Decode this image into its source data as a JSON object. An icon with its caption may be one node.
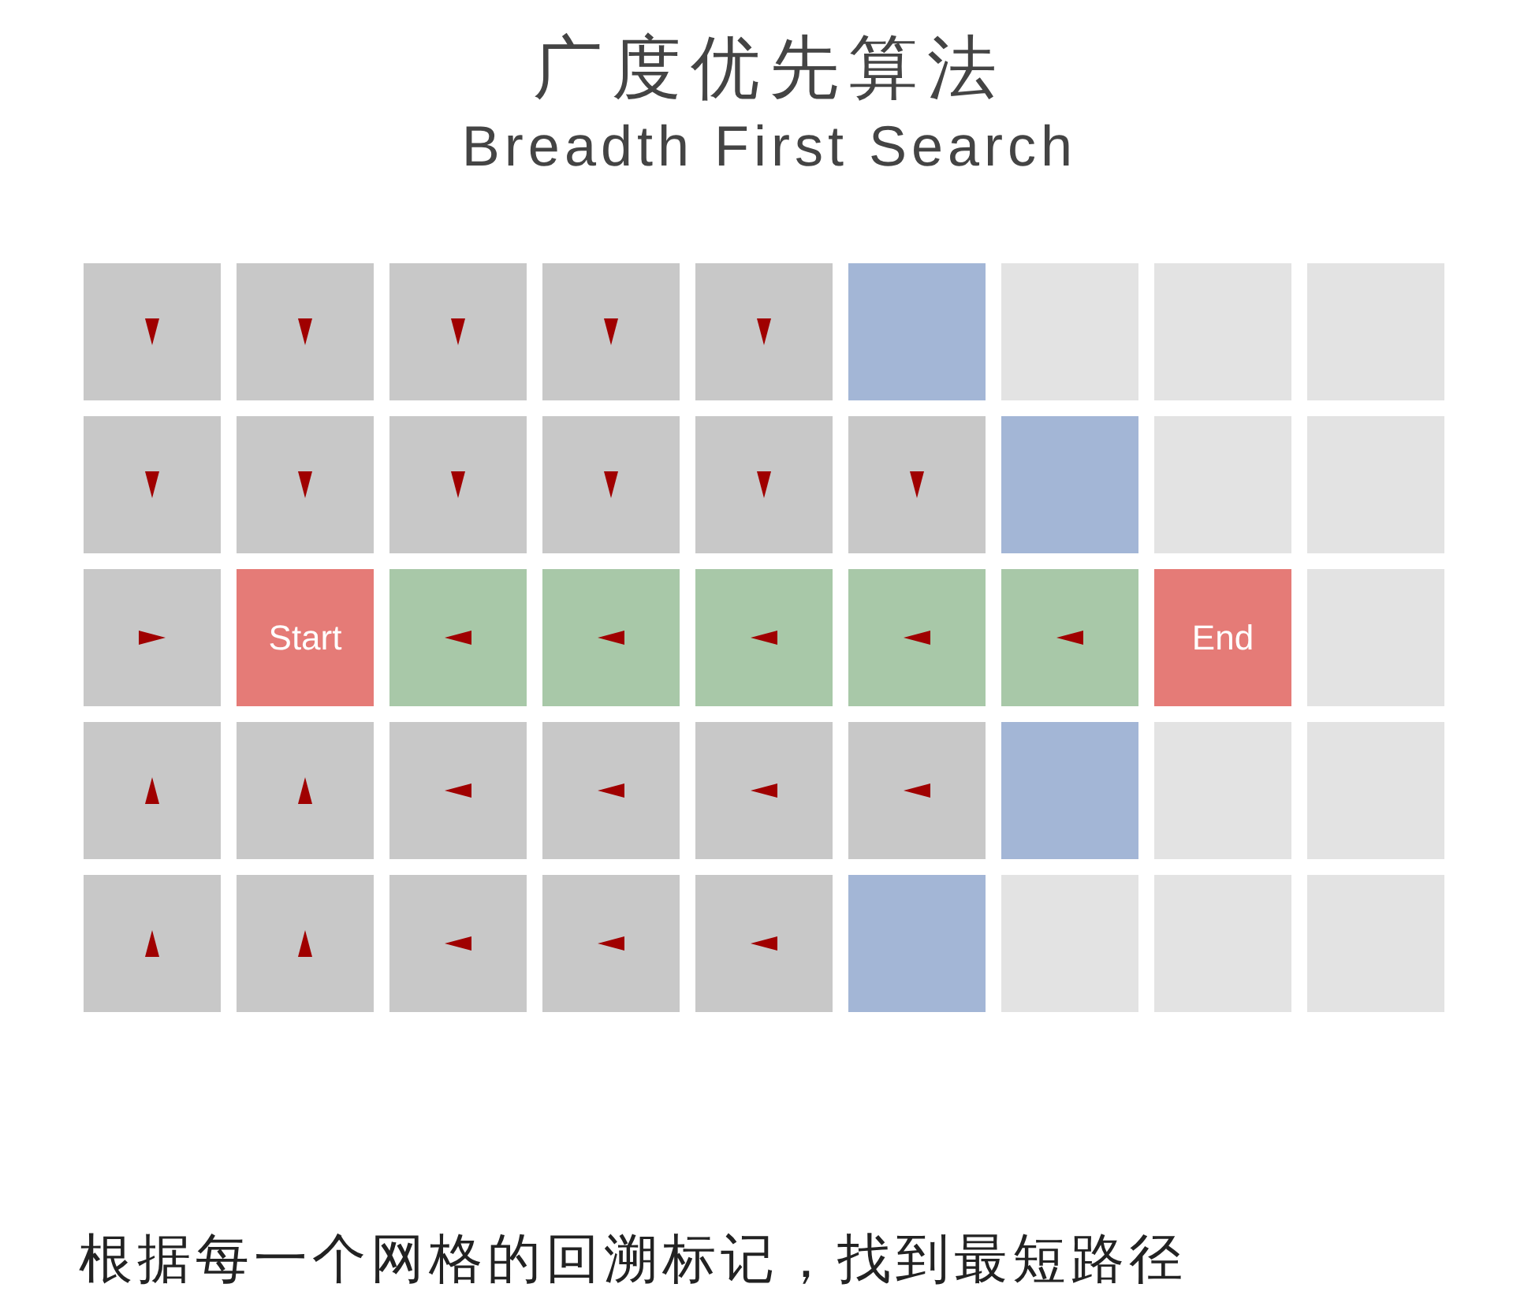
{
  "diagram": {
    "title": "广度优先算法",
    "nodes": [
      {
        "text": [],
        "shape": "box"
      },
      {
        "text": [],
        "shape": "box"
      },
      {
        "text": [],
        "shape": "box"
      },
      {
        "text": [],
        "shape": "box"
      },
      {
        "text": [],
        "shape": "box"
      },
      {
        "text": [],
        "shape": "box"
      },
      {
        "text": [],
        "shape": "box"
      },
      {
        "text": [],
        "shape": "box"
      },
      {
        "text": [],
        "shape": "box"
      },
      {
        "text": [],
        "shape": "box"
      },
      {
        "text": [],
        "shape": "box"
      },
      {
        "text": [],
        "shape": "box"
      },
      {
        "text": [],
        "shape": "box"
      },
      {
        "text": [],
        "shape": "box"
      },
      {
        "text": [],
        "shape": "box"
      },
      {
        "text": [],
        "shape": "box"
      },
      {
        "text": [],
        "shape": "box"
      },
      {
        "text": [],
        "shape": "box"
      },
      {
        "text": [],
        "shape": "box"
      },
      {
        "text": [
          "Start"
        ]
      },
      {
        "text": [],
        "shape": "box"
      },
      {
        "text": [],
        "shape": "box"
      },
      {
        "text": [],
        "shape": "box"
      },
      {
        "text": [],
        "shape": "box"
      },
      {
        "text": [],
        "shape": "box"
      },
      {
        "text": [
          "End"
        ]
      },
      {
        "text": [],
        "shape": "box"
      },
      {
        "text": [],
        "shape": "box"
      },
      {
        "text": [],
        "shape": "box"
      },
      {
        "text": [],
        "shape": "box"
      },
      {
        "text": [],
        "shape": "box"
      },
      {
        "text": [],
        "shape": "box"
      },
      {
        "text": [],
        "shape": "box"
      },
      {
        "text": [],
        "shape": "box"
      },
      {
        "text": [],
        "shape": "box"
      },
      {
        "text": [],
        "shape": "box"
      },
      {
        "text": [],
        "shape": "box"
      },
      {
        "text": [],
        "shape": "box"
      },
      {
        "text": [],
        "shape": "box"
      },
      {
        "text": [],
        "shape": "box"
      },
      {
        "text": [],
        "shape": "box"
      },
      {
        "text": [],
        "shape": "box"
      },
      {
        "text": [],
        "shape": "box"
      },
      {
        "text": [],
        "shape": "box"
      },
      {
        "text": [],
        "shape": "box"
      }
    ],
    "labels": [
      "Breadth First Search"
    ],
    "caption": "根据每一个网格的回溯标记，找到最短路径"
  }
}
